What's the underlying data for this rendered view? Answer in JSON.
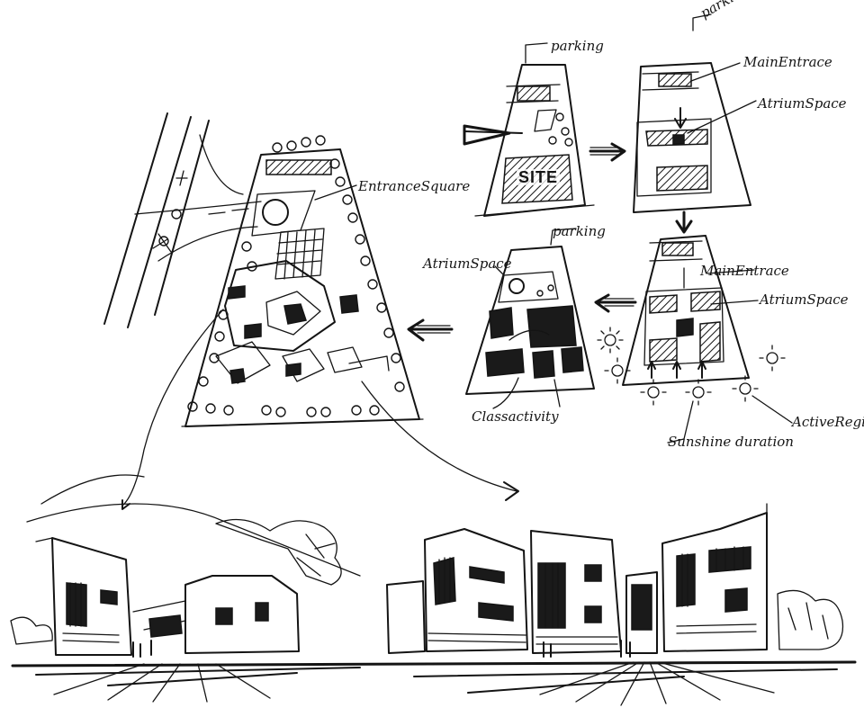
{
  "labels": {
    "parking_top": "parking",
    "parking_mid": "parking",
    "parking_right": "parking",
    "main_entrance_top": "MainEntrace",
    "atrium_space_top": "AtriumSpace",
    "site": "SITE",
    "entrance_square": "EntranceSquare",
    "atrium_space_left": "AtriumSpace",
    "main_entrance_mid": "MainEntrace",
    "atrium_space_right": "AtriumSpace",
    "class_activity": "Classactivity",
    "active_region": "ActiveRegin",
    "sunshine_duration": "Sunshine duration"
  },
  "colors": {
    "ink": "#141414",
    "paper": "#ffffff"
  }
}
